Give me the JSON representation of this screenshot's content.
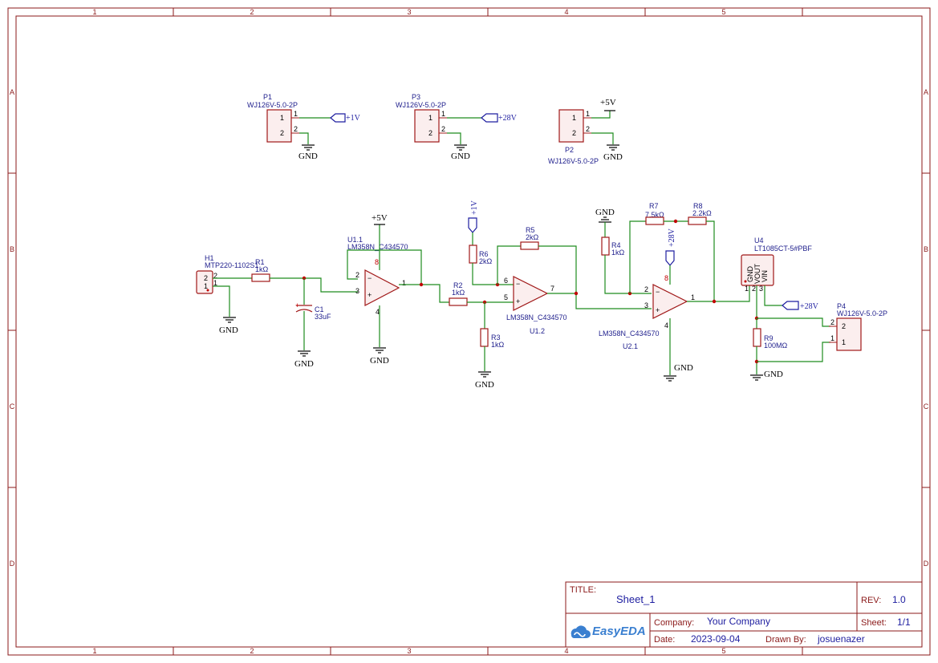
{
  "frame": {
    "columns": [
      "1",
      "2",
      "3",
      "4",
      "5"
    ],
    "rows": [
      "A",
      "B",
      "C",
      "D"
    ]
  },
  "title_block": {
    "title_label": "TITLE:",
    "title": "Sheet_1",
    "rev_label": "REV:",
    "rev": "1.0",
    "company_label": "Company:",
    "company": "Your Company",
    "sheet_label": "Sheet:",
    "sheet": "1/1",
    "date_label": "Date:",
    "date": "2023-09-04",
    "drawn_label": "Drawn By:",
    "drawn": "josuenazer",
    "logo": "EasyEDA"
  },
  "nets": {
    "gnd": "GND",
    "v5": "+5V",
    "v1": "+1V",
    "v28": "+28V"
  },
  "parts": {
    "P1": {
      "ref": "P1",
      "value": "WJ126V-5.0-2P"
    },
    "P2": {
      "ref": "P2",
      "value": "WJ126V-5.0-2P"
    },
    "P3": {
      "ref": "P3",
      "value": "WJ126V-5.0-2P"
    },
    "P4": {
      "ref": "P4",
      "value": "WJ126V-5.0-2P"
    },
    "H1": {
      "ref": "H1",
      "value": "MTP220-1102S1"
    },
    "R1": {
      "ref": "R1",
      "value": "1kΩ"
    },
    "R2": {
      "ref": "R2",
      "value": "1kΩ"
    },
    "R3": {
      "ref": "R3",
      "value": "1kΩ"
    },
    "R4": {
      "ref": "R4",
      "value": "1kΩ"
    },
    "R5": {
      "ref": "R5",
      "value": "2kΩ"
    },
    "R6": {
      "ref": "R6",
      "value": "2kΩ"
    },
    "R7": {
      "ref": "R7",
      "value": "7.5kΩ"
    },
    "R8": {
      "ref": "R8",
      "value": "2.2kΩ"
    },
    "R9": {
      "ref": "R9",
      "value": "100MΩ"
    },
    "C1": {
      "ref": "C1",
      "value": "33uF"
    },
    "U1_1": {
      "ref": "U1.1",
      "value": "LM358N_C434570"
    },
    "U1_2": {
      "ref": "U1.2",
      "value": "LM358N_C434570"
    },
    "U2_1": {
      "ref": "U2.1",
      "value": "LM358N_C434570"
    },
    "U4": {
      "ref": "U4",
      "value": "LT1085CT-5#PBF",
      "pins": [
        "GND",
        "VOUT",
        "VIN"
      ]
    }
  },
  "pins": {
    "p1": "1",
    "p2": "2",
    "p3": "3",
    "p4": "4",
    "p5": "5",
    "p6": "6",
    "p7": "7",
    "p8": "8",
    "minus": "−",
    "plus": "+",
    "cap_plus": "+"
  }
}
